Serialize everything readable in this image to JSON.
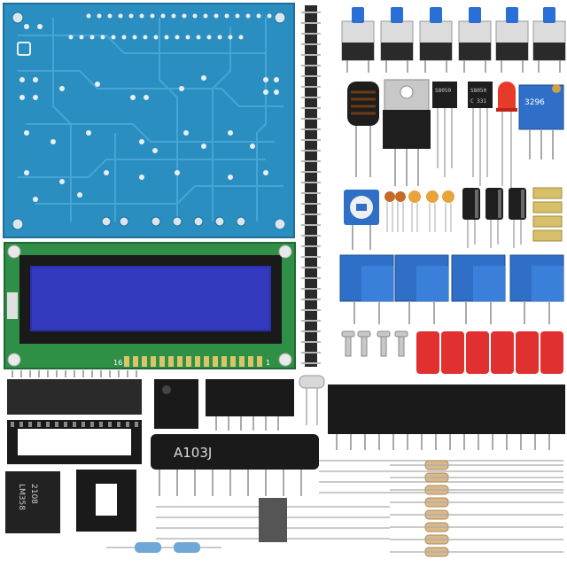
{
  "colors": {
    "pcb": "#2a8fc0",
    "pcb_dark": "#1f6f99",
    "lcd_board": "#2f8f46",
    "lcd_screen": "#2a2fb0",
    "pot_blue": "#2f6fc8",
    "cap_red": "#e03030",
    "led_red": "#e83a2a",
    "header_black": "#1a1a1a",
    "resistor_tan": "#d9b98a"
  },
  "labels": {
    "resistor_network": "A103J",
    "transistor_1": "S8050",
    "transistor_2": "S8050",
    "transistor_code": "C 331",
    "trimmer_code": "3296",
    "relay_code": "2108",
    "ic_code": "LM358"
  },
  "lcd_pins": {
    "first": "1",
    "last": "16"
  }
}
